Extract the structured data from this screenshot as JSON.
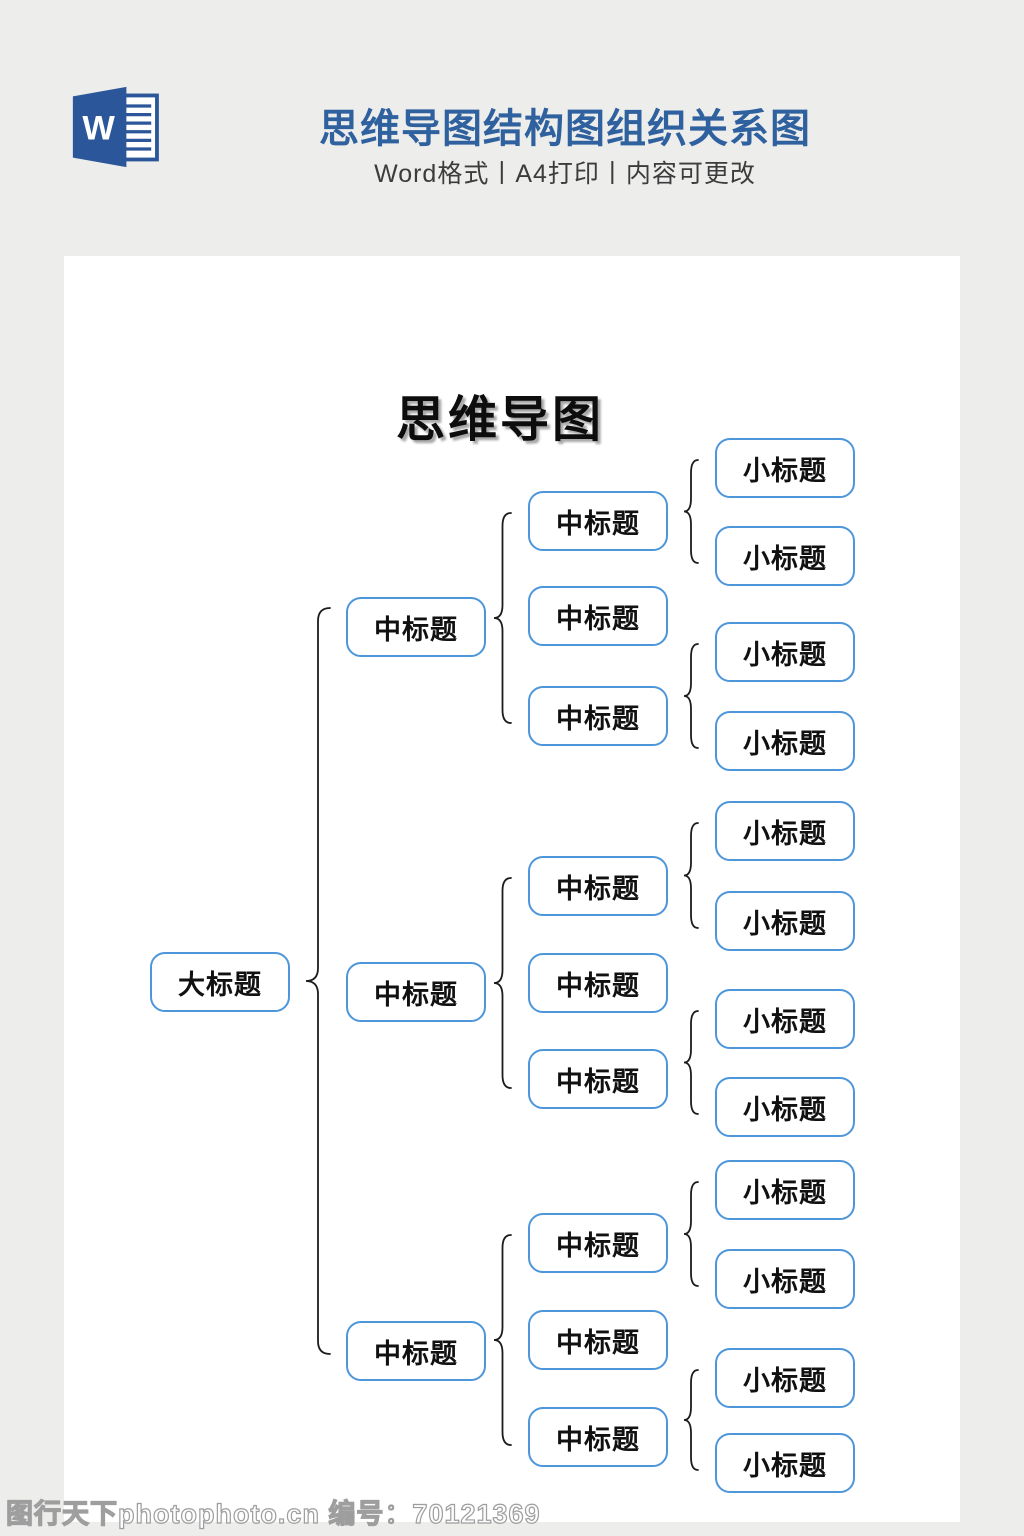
{
  "header": {
    "title": "思维导图结构图组织关系图",
    "subtitle": "Word格式丨A4打印丨内容可更改",
    "icon": "word-logo",
    "icon_letter": "W"
  },
  "doc": {
    "title": "思维导图",
    "root": "大标题",
    "branches": [
      {
        "label": "中标题",
        "nodes": [
          {
            "label": "中标题",
            "children": [
              "小标题",
              "小标题"
            ]
          },
          {
            "label": "中标题",
            "children": []
          },
          {
            "label": "中标题",
            "children": [
              "小标题",
              "小标题"
            ]
          }
        ]
      },
      {
        "label": "中标题",
        "nodes": [
          {
            "label": "中标题",
            "children": [
              "小标题",
              "小标题"
            ]
          },
          {
            "label": "中标题",
            "children": []
          },
          {
            "label": "中标题",
            "children": [
              "小标题",
              "小标题"
            ]
          }
        ]
      },
      {
        "label": "中标题",
        "nodes": [
          {
            "label": "中标题",
            "children": [
              "小标题",
              "小标题"
            ]
          },
          {
            "label": "中标题",
            "children": []
          },
          {
            "label": "中标题",
            "children": [
              "小标题",
              "小标题"
            ]
          }
        ]
      }
    ]
  },
  "footer": {
    "watermark": "图行天下photophoto.cn 编号：70121369"
  },
  "colors": {
    "accent_blue": "#30619f",
    "node_border_blue": "#4e96da",
    "word_brand_blue": "#2b579a",
    "background_gray": "#ededec",
    "page_white": "#ffffff"
  }
}
